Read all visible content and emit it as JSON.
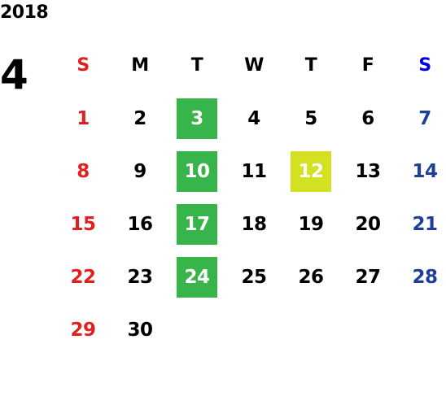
{
  "calendar": {
    "year": "2018",
    "month": "4",
    "weekdays": [
      "S",
      "M",
      "T",
      "W",
      "T",
      "F",
      "S"
    ],
    "weeks": [
      [
        "",
        "",
        "",
        "",
        "",
        "",
        ""
      ],
      [
        "1",
        "2",
        "3",
        "4",
        "5",
        "6",
        "7"
      ],
      [
        "8",
        "9",
        "10",
        "11",
        "12",
        "13",
        "14"
      ],
      [
        "15",
        "16",
        "17",
        "18",
        "19",
        "20",
        "21"
      ],
      [
        "22",
        "23",
        "24",
        "25",
        "26",
        "27",
        "28"
      ],
      [
        "29",
        "30",
        "",
        "",
        "",
        "",
        ""
      ]
    ],
    "highlighted_green": [
      "3",
      "10",
      "17",
      "24"
    ],
    "highlighted_yellow": [
      "12"
    ]
  },
  "colors": {
    "sunday": "#e02020",
    "saturday": "#1d3f99",
    "saturday_header": "#0000e6",
    "green_highlight": "#38b54a",
    "yellow_highlight": "#d4e022"
  }
}
